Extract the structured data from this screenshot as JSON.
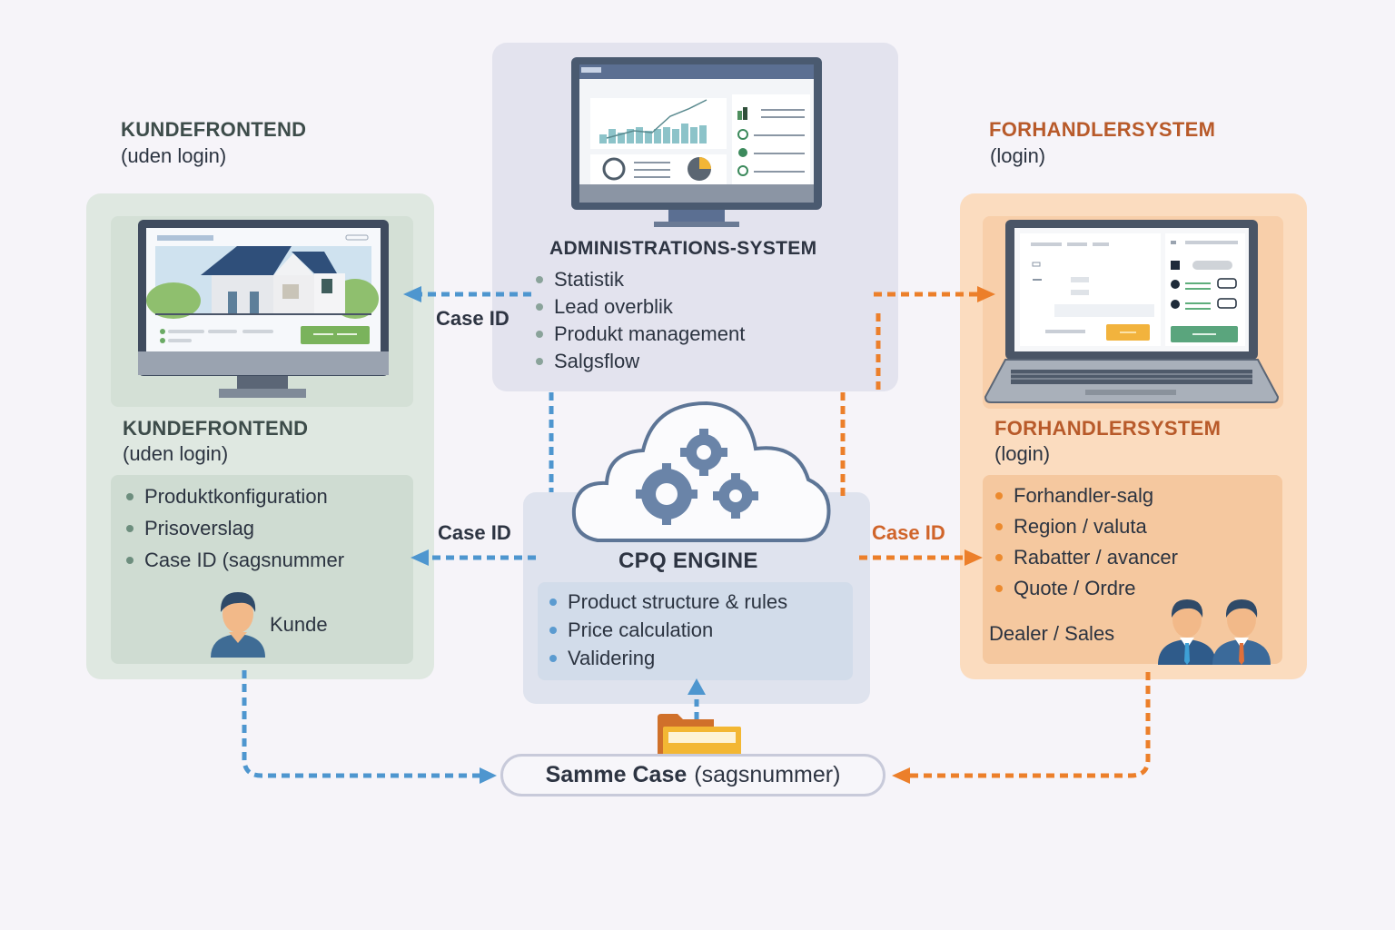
{
  "top_labels": {
    "left": {
      "title": "KUNDEFRONTEND",
      "subtitle": "(uden login)"
    },
    "right": {
      "title": "FORHANDLERSYSTEM",
      "subtitle": "(login)"
    }
  },
  "admin": {
    "title": "ADMINISTRATIONS-SYSTEM",
    "items": [
      "Statistik",
      "Lead overblik",
      "Produkt management",
      "Salgsflow"
    ],
    "illustration": "desktop-monitor-dashboard-icon"
  },
  "kundefrontend": {
    "title": "KUNDEFRONTEND",
    "subtitle": "(uden login)",
    "items": [
      "Produktkonfiguration",
      "Prisoverslag",
      "Case ID (sagsnummer"
    ],
    "person_label": "Kunde",
    "illustration": "desktop-monitor-house-icon",
    "accent": "#5b9bd0"
  },
  "forhandler": {
    "title": "FORHANDLERSYSTEM",
    "subtitle": "(login)",
    "items": [
      "Forhandler-salg",
      "Region / valuta",
      "Rabatter / avancer",
      "Quote / Ordre"
    ],
    "person_label": "Dealer / Sales",
    "illustration": "laptop-dashboard-icon",
    "accent": "#ec8a2e"
  },
  "cpq": {
    "title": "CPQ ENGINE",
    "items": [
      "Product structure & rules",
      "Price calculation",
      "Validering"
    ],
    "illustration": "cloud-gears-icon"
  },
  "connectors": {
    "admin_to_kunde_label": "Case ID",
    "cpq_to_kunde_label": "Case ID",
    "cpq_to_forhandler_label": "Case ID"
  },
  "bottom": {
    "bold": "Samme Case",
    "rest": "(sagsnummer)"
  },
  "colors": {
    "blue_connector": "#4e96cf",
    "orange_connector": "#ec7f2a",
    "green_panel": "#dfe8e1",
    "orange_panel": "#fbdcbf",
    "admin_panel": "#e3e3ee"
  }
}
